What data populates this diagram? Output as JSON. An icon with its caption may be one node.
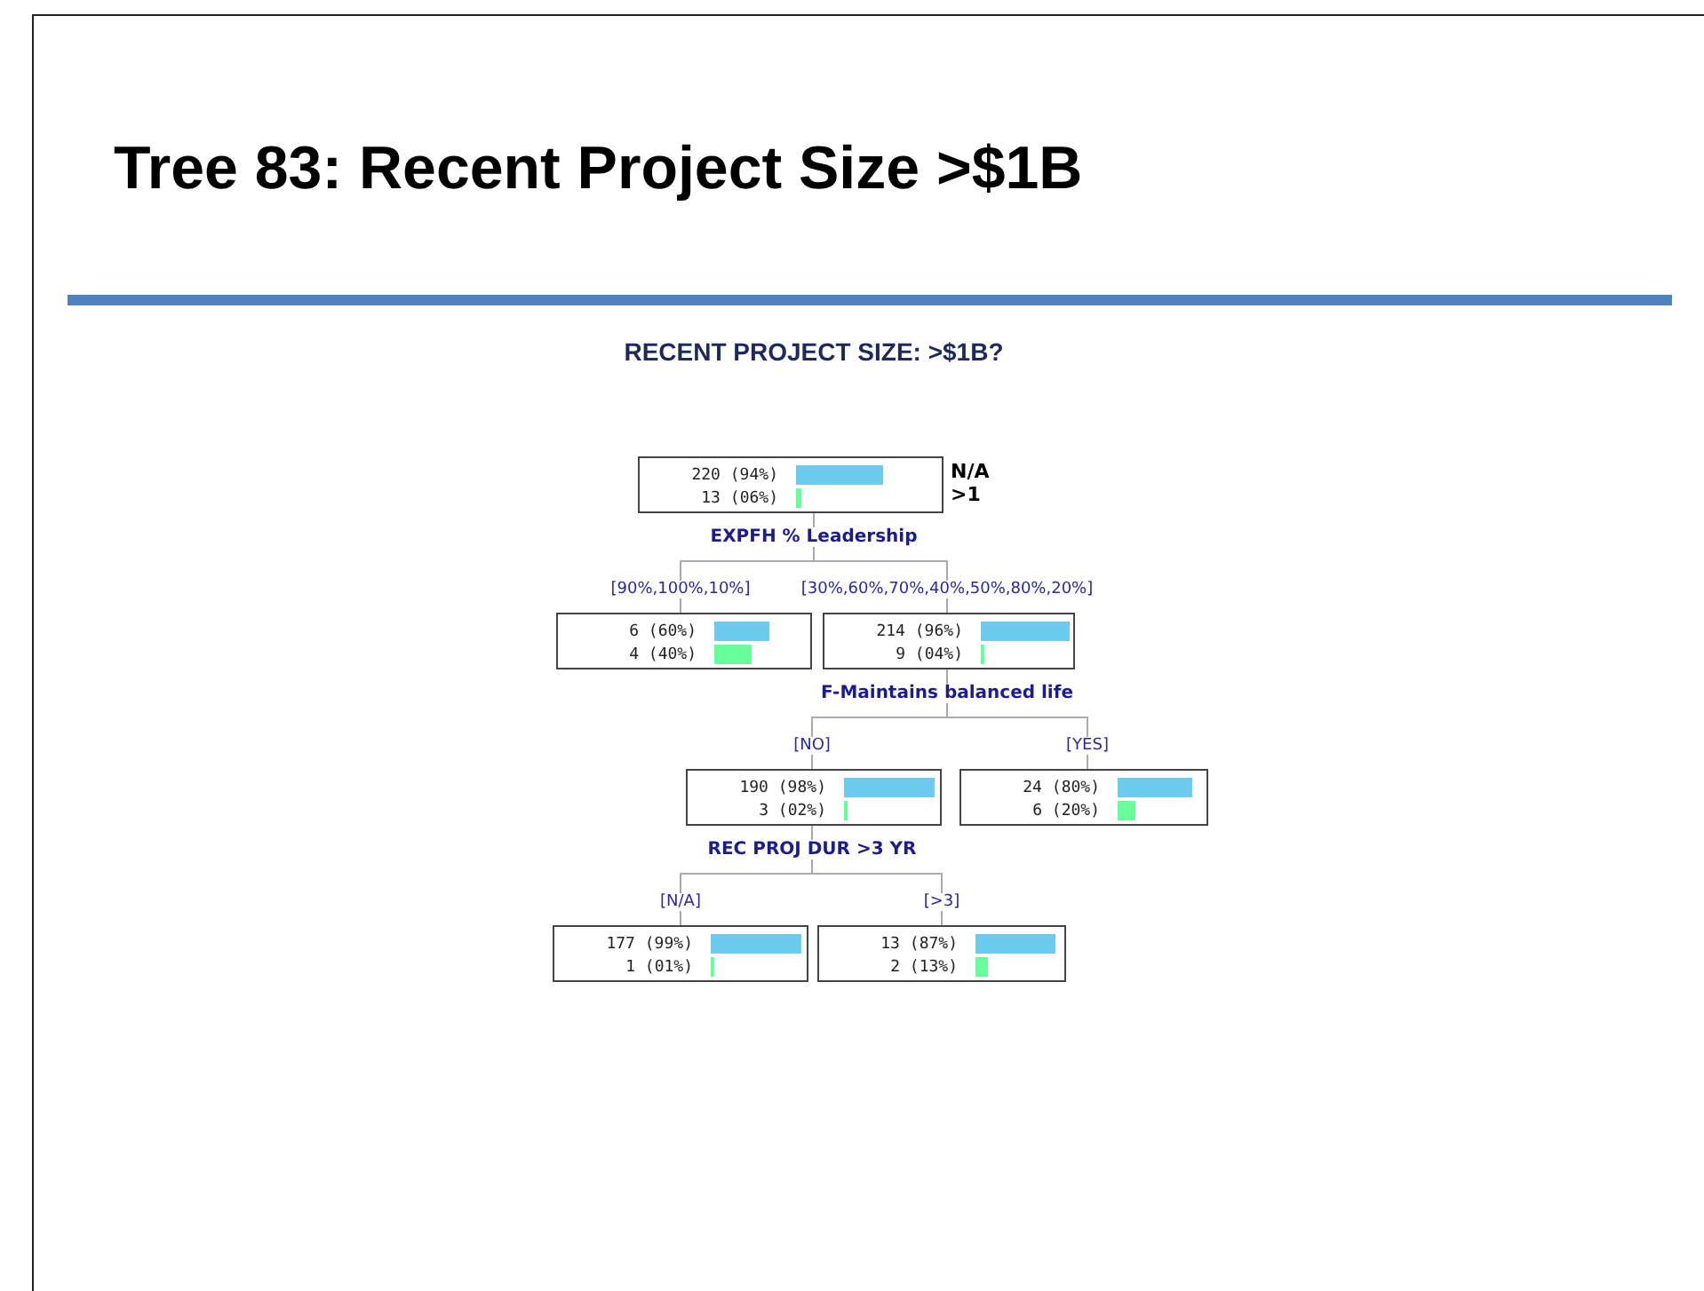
{
  "diagram": {
    "title": "Tree 83: Recent Project Size >$1B",
    "nodes": [
      {
        "text": [
          "220 (94%)",
          "13 (06%)"
        ],
        "beside": [
          "N/A",
          ">1",
          "EXPFH % Leadership"
        ]
      },
      {
        "text": [
          "6 (60%)",
          "4 (40%)"
        ]
      },
      {
        "text": [
          "214 (96%)",
          "9 (04%)"
        ],
        "beside": [
          "F-Maintains balanced life"
        ]
      },
      {
        "text": [
          "190 (98%)",
          "3 (02%)"
        ],
        "beside": [
          "REC PROJ DUR >3 YR"
        ]
      },
      {
        "text": [
          "24 (80%)",
          "6 (20%)"
        ]
      },
      {
        "text": [
          "177 (99%)",
          "1 (01%)"
        ]
      },
      {
        "text": [
          "13 (87%)",
          "2 (13%)"
        ]
      }
    ],
    "edges": [
      {
        "from": 0,
        "to": 1,
        "arrow": "none",
        "label": "[90%,100%,10%]"
      },
      {
        "from": 0,
        "to": 2,
        "arrow": "none",
        "label": "[30%,60%,70%,40%,50%,80%,20%]"
      },
      {
        "from": 2,
        "to": 3,
        "arrow": "none",
        "label": "[NO]"
      },
      {
        "from": 2,
        "to": 4,
        "arrow": "none",
        "label": "[YES]"
      },
      {
        "from": 3,
        "to": 5,
        "arrow": "none",
        "label": "[N/A]"
      },
      {
        "from": 3,
        "to": 6,
        "arrow": "none",
        "label": "[>3]"
      }
    ],
    "labels": [
      "RECENT PROJECT SIZE: >$1B?"
    ]
  }
}
